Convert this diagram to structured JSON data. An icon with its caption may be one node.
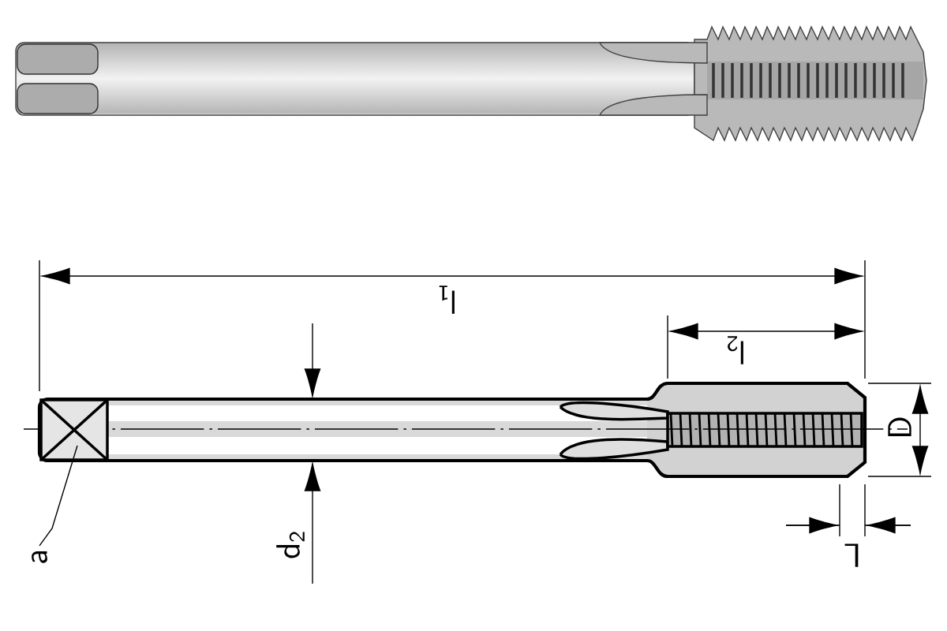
{
  "diagram": {
    "nodes": [
      {
        "text": [
          "a"
        ]
      },
      {
        "text": [],
        "shape": "box"
      }
    ],
    "edges": [
      {
        "from": 0,
        "to": 1,
        "arrow": "none"
      }
    ],
    "labels": [
      "l$_{1}$",
      "l$_{2}$",
      "D",
      "L",
      "d$_{2}$"
    ]
  }
}
